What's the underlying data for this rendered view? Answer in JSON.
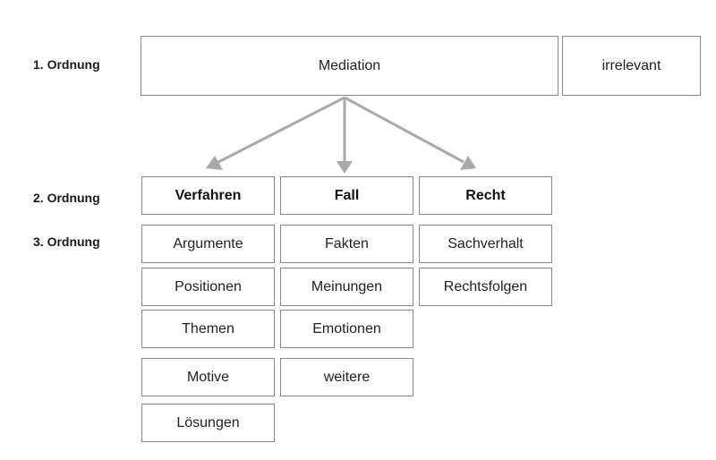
{
  "levels": {
    "first": "1. Ordnung",
    "second": "2. Ordnung",
    "third": "3. Ordnung"
  },
  "top": {
    "main": "Mediation",
    "side": "irrelevant"
  },
  "columns": [
    {
      "head": "Verfahren",
      "items": [
        "Argumente",
        "Positionen",
        "Themen",
        "Motive",
        "Lösungen"
      ]
    },
    {
      "head": "Fall",
      "items": [
        "Fakten",
        "Meinungen",
        "Emotionen",
        "weitere"
      ]
    },
    {
      "head": "Recht",
      "items": [
        "Sachverhalt",
        "Rechtsfolgen"
      ]
    }
  ],
  "colors": {
    "border": "#8a8a8a",
    "arrow": "#a9a9a9",
    "text": "#222222"
  }
}
